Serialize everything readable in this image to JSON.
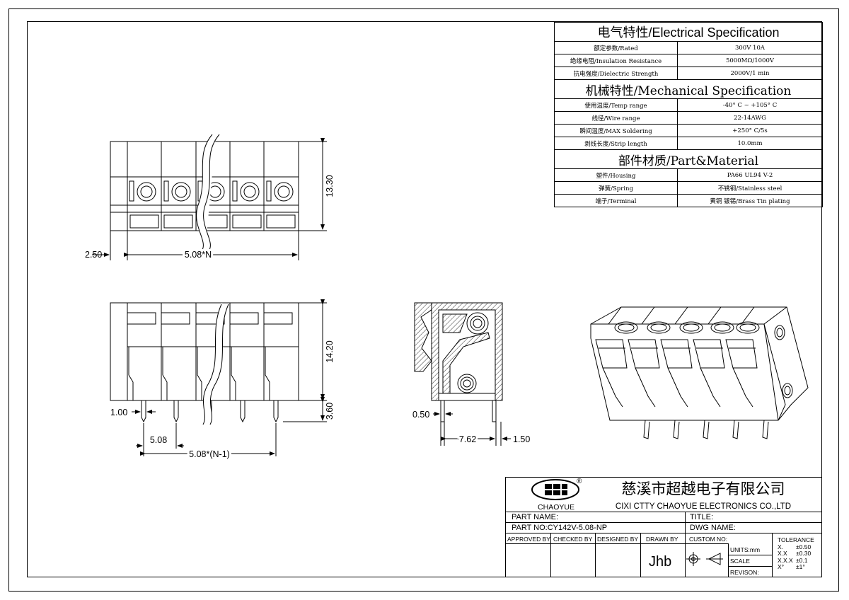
{
  "spec": {
    "electrical_title": "电气特性/Electrical Specification",
    "electrical_rows": [
      {
        "label": "额定参数/Rated",
        "value": "300V   10A"
      },
      {
        "label": "绝缘电阻/Insulation Resistance",
        "value": "5000MΩ/1000V"
      },
      {
        "label": "抗电强度/Dielectric Strength",
        "value": "2000V/1 min"
      }
    ],
    "mechanical_title": "机械特性/Mechanical Specification",
    "mechanical_rows": [
      {
        "label": "使用温度/Temp range",
        "value": "-40° C ~ +105° C"
      },
      {
        "label": "线径/Wire range",
        "value": "22-14AWG"
      },
      {
        "label": "瞬间温度/MAX Soldering",
        "value": "+250° C/5s"
      },
      {
        "label": "剥线长度/Strip length",
        "value": "10.0mm"
      }
    ],
    "material_title": "部件材质/Part&Material",
    "material_rows": [
      {
        "label": "塑件/Housing",
        "value": "PA66 UL94 V-2"
      },
      {
        "label": "弹簧/Spring",
        "value": "不锈钢/Stainless steel"
      },
      {
        "label": "端子/Terminal",
        "value": "黄铜 镀锡/Brass Tin  plating"
      }
    ]
  },
  "dimensions": {
    "top_height": "13.30",
    "top_left_offset": "2.50",
    "top_width": "5.08*N",
    "front_height": "14.20",
    "pin_length": "3.60",
    "pin_width": "1.00",
    "pitch": "5.08",
    "pitch_total": "5.08*(N-1)",
    "side_pin": "0.50",
    "side_depth": "7.62",
    "side_offset": "1.50"
  },
  "title_block": {
    "logo_text": "CHAOYUE",
    "logo_mark": "®",
    "company_cn": "慈溪市超越电子有限公司",
    "company_en": "CIXI CTTY CHAOYUE ELECTRONICS CO.,LTD",
    "part_name_label": "PART NAME:",
    "title_label": "TITLE:",
    "part_no": "PART NO:CY142V-5.08-NP",
    "dwg_name_label": "DWG NAME:",
    "approved_by": "APPROVED BY",
    "checked_by": "CHECKED BY",
    "designed_by": "DESIGNED BY",
    "drawn_by": "DRAWN BY",
    "custom_no": "CUSTOM NO:",
    "drawn_by_value": "Jhb",
    "units": "UNITS:mm",
    "scale": "SCALE",
    "revision": "REVISON:",
    "tolerance_title": "TOLERANCE",
    "tolerance_rows": [
      {
        "k": "X.",
        "v": "±0.50"
      },
      {
        "k": "X.X",
        "v": "±0.30"
      },
      {
        "k": "X.X.X",
        "v": "±0.1"
      },
      {
        "k": "X°",
        "v": "±1°"
      }
    ]
  }
}
